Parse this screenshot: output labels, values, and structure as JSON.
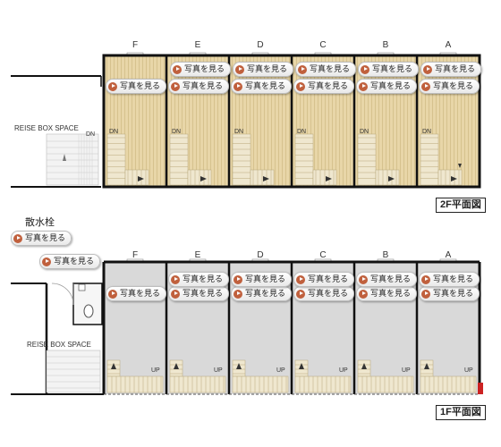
{
  "unit_labels": [
    "F",
    "E",
    "D",
    "C",
    "B",
    "A"
  ],
  "space_name_2f": "REISE BOX SPACE",
  "space_name_1f": "REISE BOX SPACE",
  "stair_down": "DN",
  "stair_up": "UP",
  "photo_button_label": "写真を見る",
  "floor_2f_label": "2F平面図",
  "floor_1f_label": "1F平面図",
  "sprinkler_label": "散水栓",
  "colors": {
    "wood_floor": "#e8d6a8",
    "wood_line": "#d2bd88",
    "concrete_floor": "#d9d9d9",
    "wall": "#111111",
    "stair_fill": "#efe7cf",
    "button_icon": "#c0603d",
    "marker_red": "#cc2222"
  }
}
